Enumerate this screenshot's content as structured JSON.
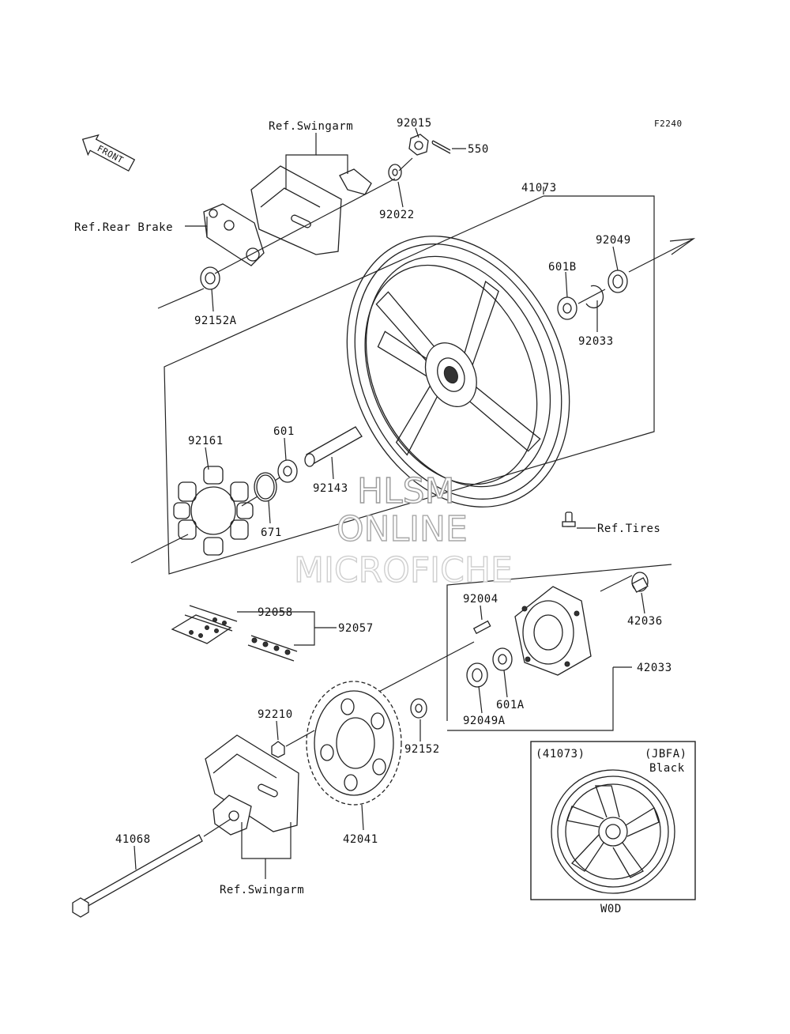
{
  "diagram_code": "F2240",
  "front_label": "FRONT",
  "labels": {
    "ref_swingarm_top": "Ref.Swingarm",
    "ref_rear_brake": "Ref.Rear Brake",
    "ref_tires": "Ref.Tires",
    "ref_swingarm_bottom": "Ref.Swingarm",
    "p92015": "92015",
    "p550": "550",
    "p92022": "92022",
    "p41073": "41073",
    "p92049": "92049",
    "p601B": "601B",
    "p92033": "92033",
    "p92152A": "92152A",
    "p92161": "92161",
    "p601": "601",
    "p671": "671",
    "p92143": "92143",
    "p92058": "92058",
    "p92057": "92057",
    "p92004": "92004",
    "p42036": "42036",
    "p42033": "42033",
    "p601A": "601A",
    "p92049A": "92049A",
    "p92210": "92210",
    "p92152": "92152",
    "p42041": "42041",
    "p41068": "41068"
  },
  "watermark": {
    "line1": "HLSM",
    "line2": "ONLINE",
    "line3": "MICROFICHE"
  },
  "inset": {
    "part": "(41073)",
    "code": "(JBFA)",
    "color": "Black",
    "variant": "W0D"
  }
}
